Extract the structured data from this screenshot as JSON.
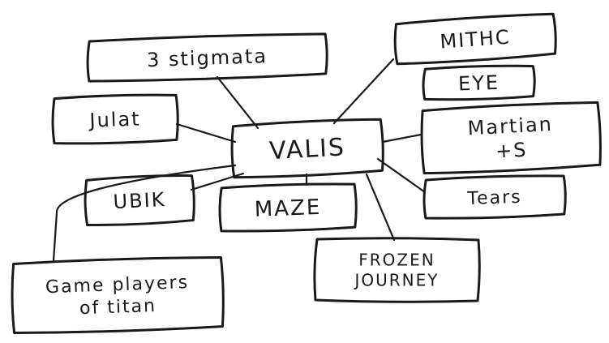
{
  "diagram": {
    "center": {
      "id": "center",
      "label": "VALIS"
    },
    "nodes": [
      {
        "id": "stigmata",
        "lines": [
          "3 stigmata"
        ]
      },
      {
        "id": "mithc",
        "lines": [
          "MITHC"
        ]
      },
      {
        "id": "eye",
        "lines": [
          "EYE"
        ]
      },
      {
        "id": "julat",
        "lines": [
          "Julat"
        ]
      },
      {
        "id": "martian",
        "lines": [
          "Martian",
          "+S"
        ]
      },
      {
        "id": "ubik",
        "lines": [
          "UBIK"
        ]
      },
      {
        "id": "maze",
        "lines": [
          "MAZE"
        ]
      },
      {
        "id": "tears",
        "lines": [
          "Tears"
        ]
      },
      {
        "id": "frozen",
        "lines": [
          "FROZEN",
          "JOURNEY"
        ]
      },
      {
        "id": "game",
        "lines": [
          "Game players",
          "of titan"
        ]
      }
    ],
    "edges": [
      [
        "center",
        "stigmata"
      ],
      [
        "center",
        "mithc"
      ],
      [
        "center",
        "julat"
      ],
      [
        "center",
        "martian"
      ],
      [
        "center",
        "ubik"
      ],
      [
        "center",
        "maze"
      ],
      [
        "center",
        "tears"
      ],
      [
        "center",
        "frozen"
      ],
      [
        "center",
        "game"
      ]
    ]
  }
}
